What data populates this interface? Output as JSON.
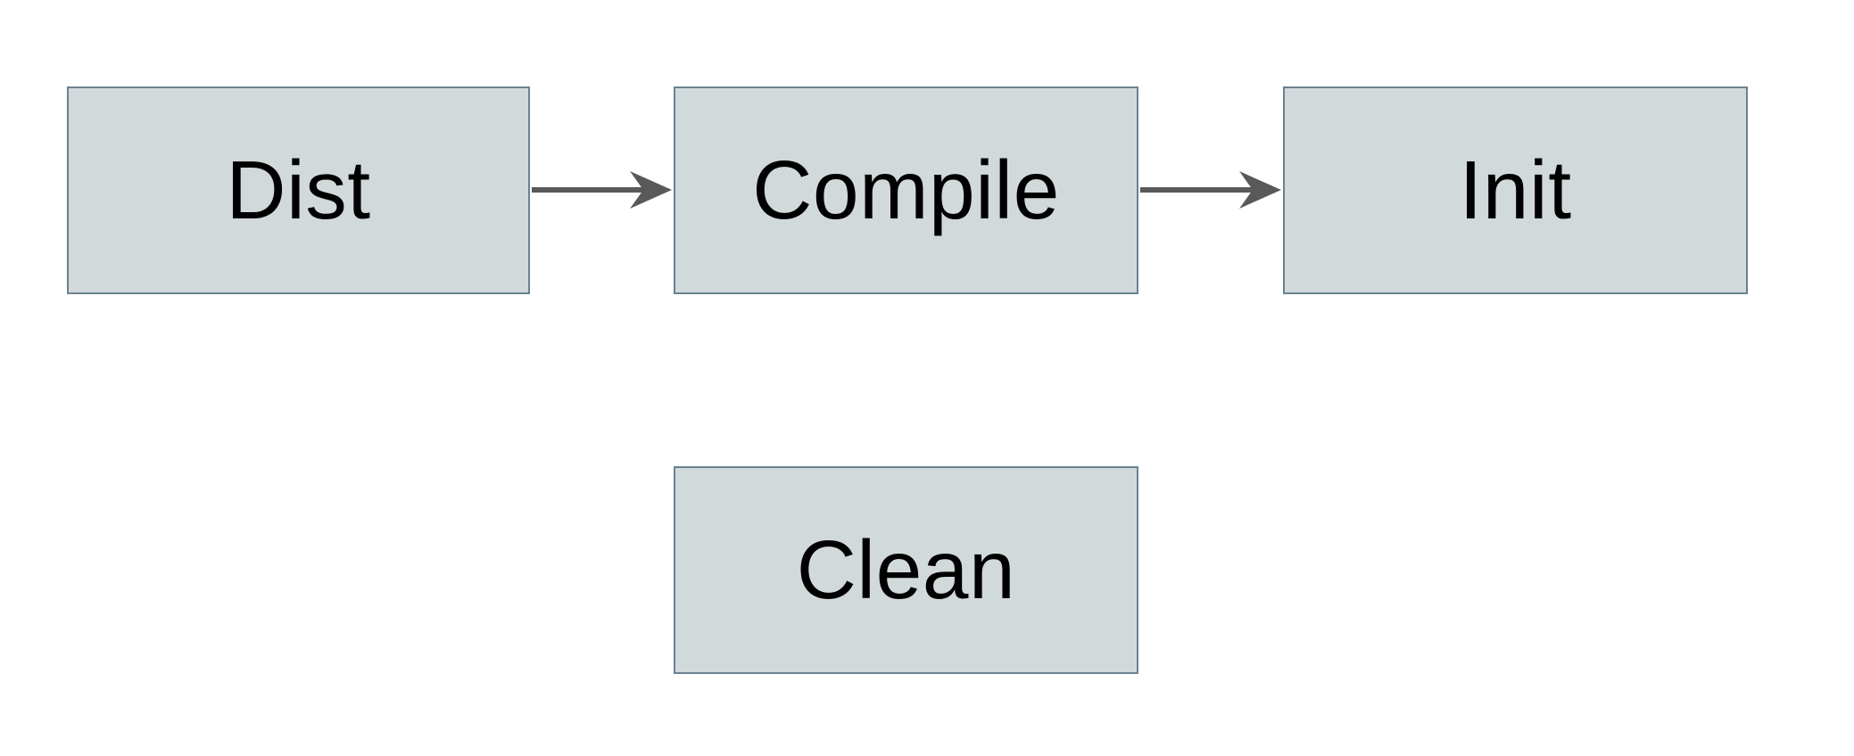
{
  "diagram": {
    "type": "flowchart",
    "background_color": "#ffffff",
    "node_fill_color": "#d2d9db",
    "node_border_color": "#6a8290",
    "arrow_color": "#595959",
    "text_color": "#000000",
    "nodes": [
      {
        "id": "dist",
        "label": "Dist"
      },
      {
        "id": "compile",
        "label": "Compile"
      },
      {
        "id": "init",
        "label": "Init"
      },
      {
        "id": "clean",
        "label": "Clean"
      }
    ],
    "edges": [
      {
        "from": "Dist",
        "to": "Compile"
      },
      {
        "from": "Compile",
        "to": "Init"
      }
    ]
  }
}
